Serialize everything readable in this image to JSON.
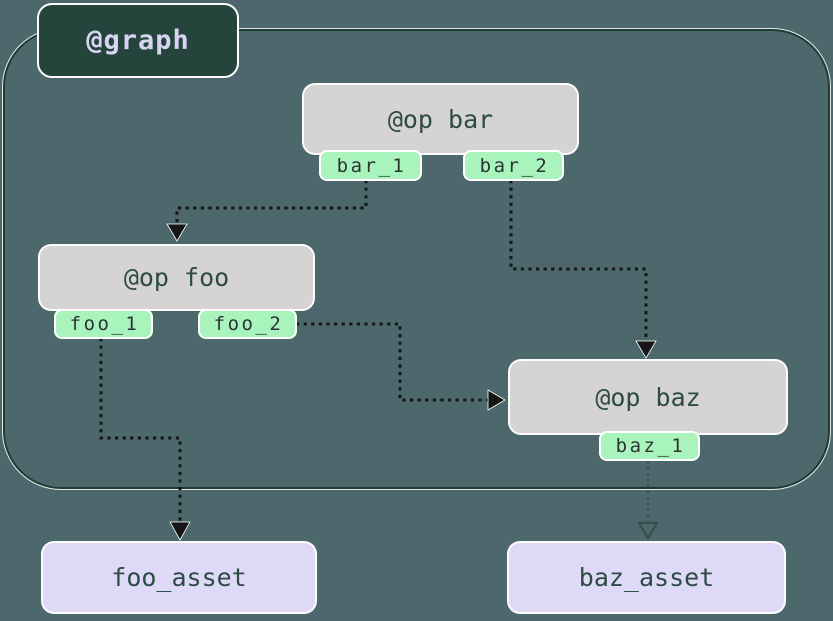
{
  "diagram": {
    "graph": {
      "label": "@graph"
    },
    "ops": [
      {
        "id": "bar",
        "label": "@op bar",
        "outputs": [
          "bar_1",
          "bar_2"
        ]
      },
      {
        "id": "foo",
        "label": "@op foo",
        "outputs": [
          "foo_1",
          "foo_2"
        ]
      },
      {
        "id": "baz",
        "label": "@op baz",
        "outputs": [
          "baz_1"
        ]
      }
    ],
    "assets": [
      {
        "id": "foo_asset",
        "label": "foo_asset"
      },
      {
        "id": "baz_asset",
        "label": "baz_asset"
      }
    ],
    "edges": [
      {
        "from": "bar.bar_1",
        "to": "op foo",
        "line": "dotted-black",
        "head": "solid"
      },
      {
        "from": "bar.bar_2",
        "to": "op baz",
        "line": "dotted-black",
        "head": "solid"
      },
      {
        "from": "foo.foo_2",
        "to": "op baz",
        "line": "dotted-black",
        "head": "solid"
      },
      {
        "from": "foo.foo_1",
        "to": "foo_asset",
        "line": "dotted-black",
        "head": "solid"
      },
      {
        "from": "baz.baz_1",
        "to": "baz_asset",
        "line": "dotted-teal",
        "head": "hollow"
      }
    ],
    "colors": {
      "background": "#4d686c",
      "graph_box_fill": "#24443c",
      "graph_border": "#1d3b34",
      "graph_label_text": "#d8d5f2",
      "op_fill": "#d6d4d3",
      "op_text": "#2d4b44",
      "output_tab_fill": "#a9f4bc",
      "output_tab_text": "#2a3533",
      "asset_fill": "#ded9f7",
      "asset_text": "#2d4b44",
      "edge_dark": "#161616",
      "edge_teal": "#31504a"
    }
  }
}
